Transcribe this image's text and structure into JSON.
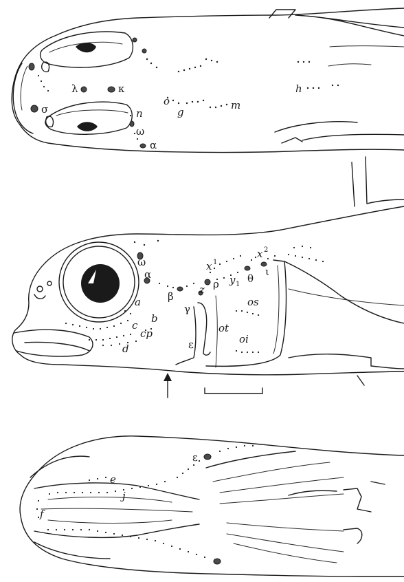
{
  "figure": {
    "panels": [
      {
        "id": "dorsal",
        "labels": {
          "lambda": "λ",
          "kappa": "κ",
          "sigma": "σ",
          "n": "n",
          "omega": "ω",
          "alpha": "α",
          "o": "o",
          "g": "g",
          "m": "m",
          "h": "h"
        }
      },
      {
        "id": "lateral",
        "labels": {
          "omega": "ω",
          "alpha": "α",
          "a": "a",
          "b": "b",
          "c": "c",
          "cp": "cp",
          "d": "d",
          "beta": "β",
          "gamma": "γ",
          "epsilon": "ε",
          "z": "z",
          "rho": "ρ",
          "theta": "θ",
          "iota": "ι",
          "x1": "x",
          "x1_sup": "1",
          "x2": "x",
          "x2_sup": "2",
          "y1": "y",
          "y1_sub": "1",
          "os": "os",
          "ot": "ot",
          "oi": "oi"
        }
      },
      {
        "id": "ventral",
        "labels": {
          "epsilon": "ε",
          "e": "e",
          "j": "j",
          "f": "f"
        }
      }
    ],
    "indicator_arrow": "arrow-up",
    "scale_bar": "scale-bar"
  }
}
